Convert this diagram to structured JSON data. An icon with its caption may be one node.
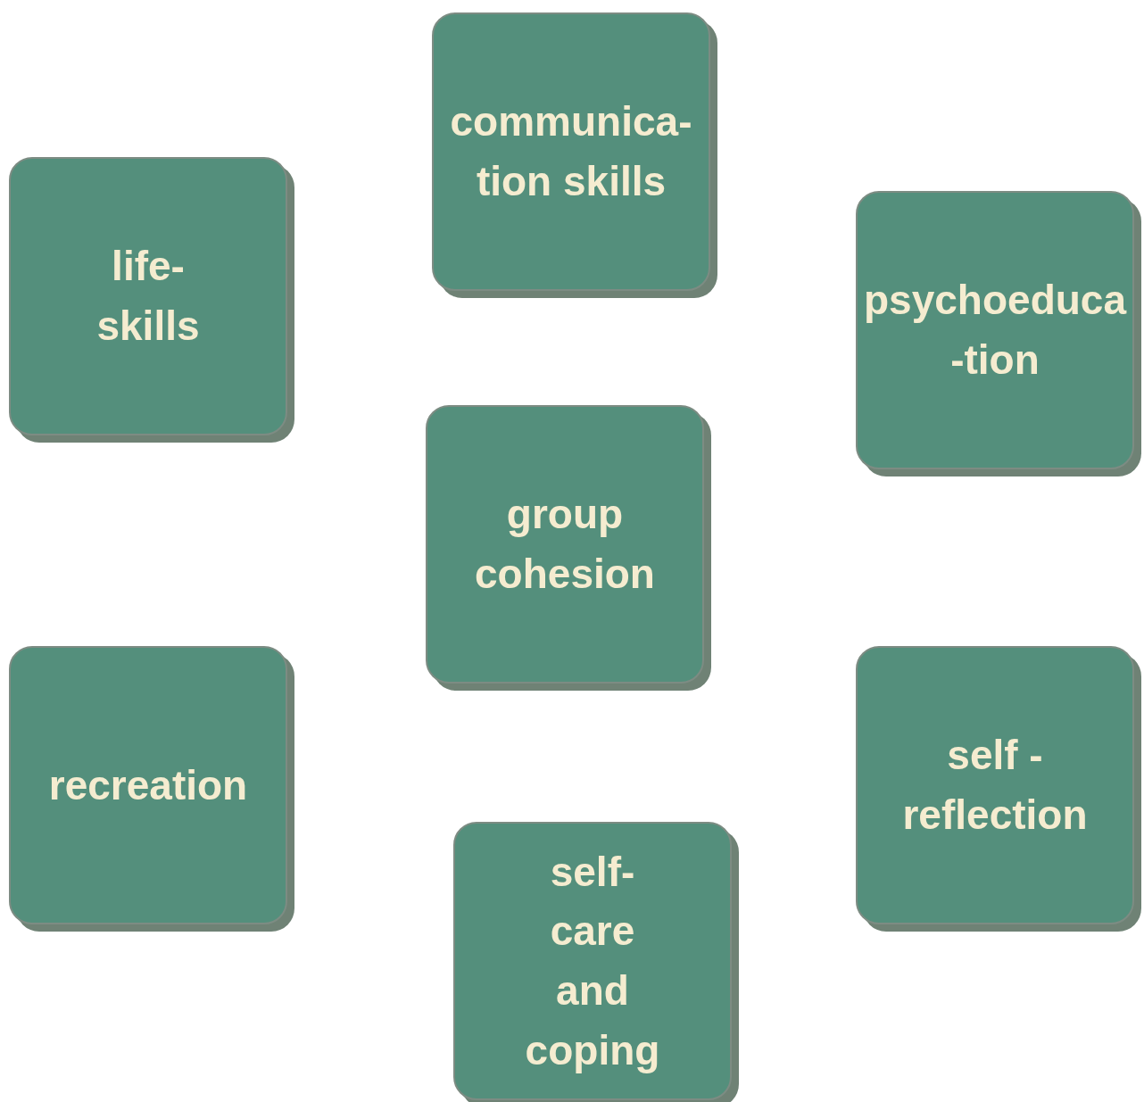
{
  "diagram": {
    "nodes": [
      {
        "text": [
          "communica- tion skills"
        ]
      },
      {
        "text": [
          "life-skills"
        ]
      },
      {
        "text": [
          "psychoeduca -tion"
        ]
      },
      {
        "text": [
          "group cohesion"
        ]
      },
      {
        "text": [
          "recreation"
        ]
      },
      {
        "text": [
          "self - reflection"
        ]
      },
      {
        "text": [
          "self-care and coping"
        ]
      }
    ]
  }
}
